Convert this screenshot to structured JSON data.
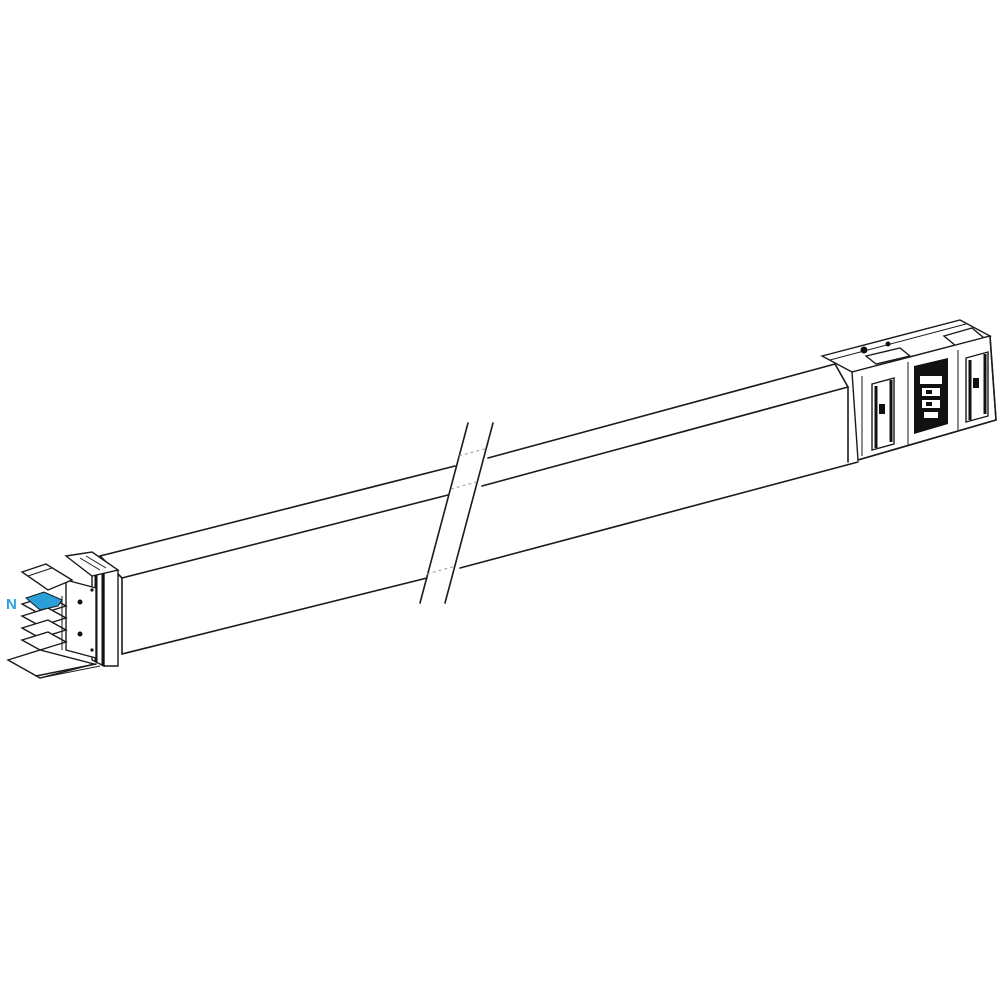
{
  "drawing": {
    "subject": "busbar trunking straight length with feed end and connector block",
    "labels": {
      "neutral": "N"
    },
    "colors": {
      "line": "#1a1a1a",
      "neutral_highlight": "#2a9fd8",
      "background": "#ffffff"
    },
    "parts": [
      "left-end-connector",
      "neutral-bar",
      "straight-casing",
      "break-symbol",
      "right-junction-block"
    ]
  }
}
